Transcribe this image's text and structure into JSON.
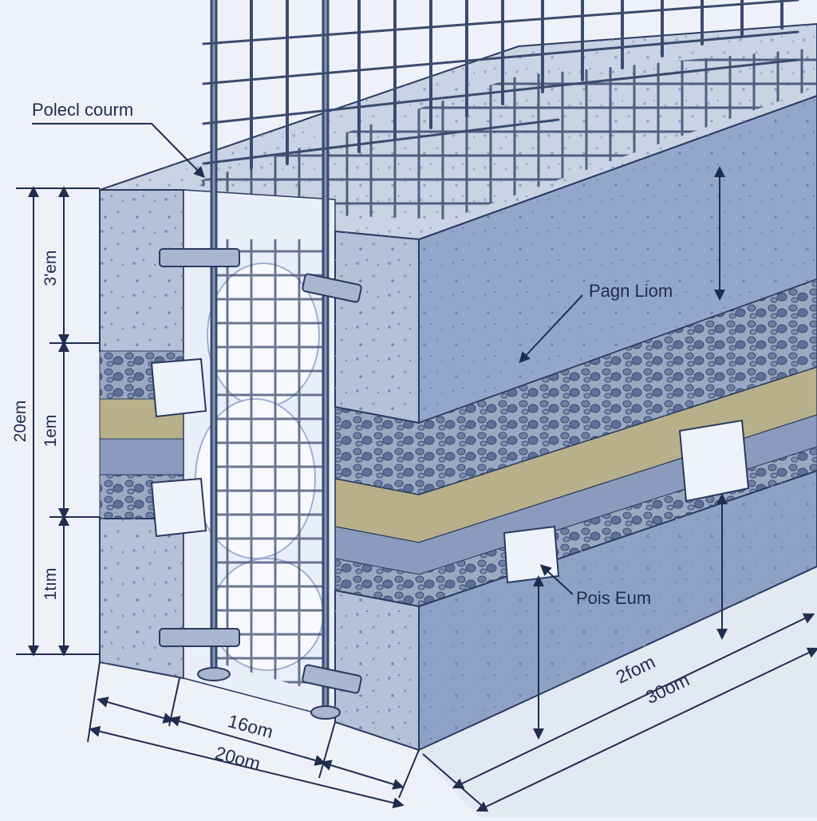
{
  "labels": {
    "top_left": "Polecl courm",
    "middle_right": "Pagn Liom",
    "lower_right": "Pois Eum"
  },
  "dimensions": {
    "vertical": {
      "total": "20em",
      "upper": "3'em",
      "middle": "1em",
      "lower": "1tım"
    },
    "horizontal": {
      "inner_width": "16om",
      "outer_width": "20om",
      "depth_inner": "2fom",
      "depth_outer": "30om"
    }
  },
  "colors": {
    "ink": "#1f2d4f",
    "concrete_face": "#b4c1d8",
    "concrete_top": "#c9d3e4",
    "concrete_side": "#7f96bf",
    "gravel": "#8090ad",
    "sand": "#b8b08a",
    "rebar": "#3b4b6e",
    "spacer": "#eef3fb",
    "background": "#eef2f8"
  }
}
